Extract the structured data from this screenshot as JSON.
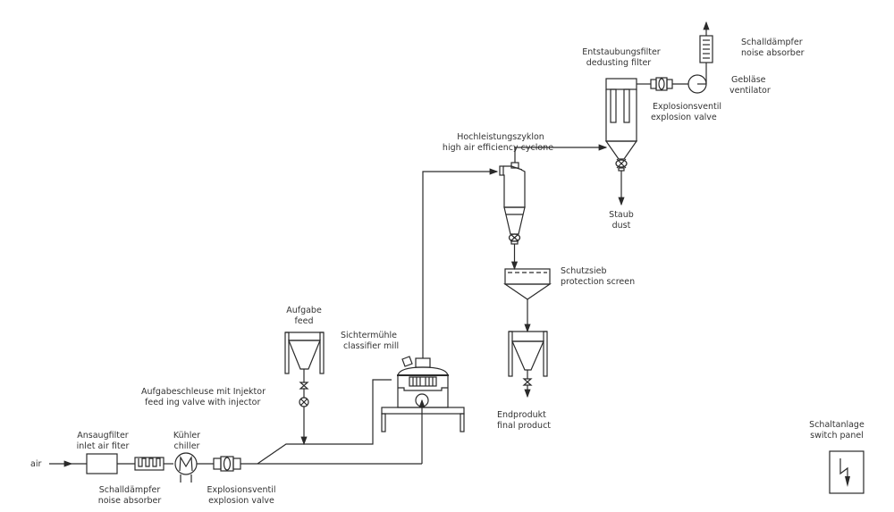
{
  "diagram": {
    "type": "process-flow",
    "description": "Classifier mill grinding plant flow diagram"
  },
  "labels": {
    "air": "air",
    "inlet_filter": {
      "de": "Ansaugfilter",
      "en": "inlet air fiter"
    },
    "inlet_silencer": {
      "de": "Schalldämpfer",
      "en": "noise absorber"
    },
    "chiller": {
      "de": "Kühler",
      "en": "chiller"
    },
    "inlet_explosion_valve": {
      "de": "Explosionsventil",
      "en": "explosion valve"
    },
    "feed": {
      "de": "Aufgabe",
      "en": "feed"
    },
    "feeding_valve": {
      "de": "Aufgabeschleuse mit Injektor",
      "en": "feed ing valve with injector"
    },
    "mill": {
      "de": "Sichtermühle",
      "en": "classifier mill"
    },
    "cyclone": {
      "de": "Hochleistungszyklon",
      "en": "high air efficiency cyclone"
    },
    "screen": {
      "de": "Schutzsieb",
      "en": "protection screen"
    },
    "final_product": {
      "de": "Endprodukt",
      "en": "final product"
    },
    "dedusting_filter": {
      "de": "Entstaubungsfilter",
      "en": "dedusting filter"
    },
    "outlet_explosion_valve": {
      "de": "Explosionsventil",
      "en": "explosion valve"
    },
    "fan": {
      "de": "Gebläse",
      "en": "ventilator"
    },
    "outlet_silencer": {
      "de": "Schalldämpfer",
      "en": "noise absorber"
    },
    "dust": {
      "de": "Staub",
      "en": "dust"
    },
    "switch_panel": {
      "de": "Schaltanlage",
      "en": "switch panel"
    }
  },
  "flow": [
    "air",
    "inlet_filter",
    "inlet_silencer",
    "chiller",
    "inlet_explosion_valve",
    "mill",
    "cyclone",
    "dedusting_filter",
    "outlet_explosion_valve",
    "fan",
    "outlet_silencer"
  ]
}
